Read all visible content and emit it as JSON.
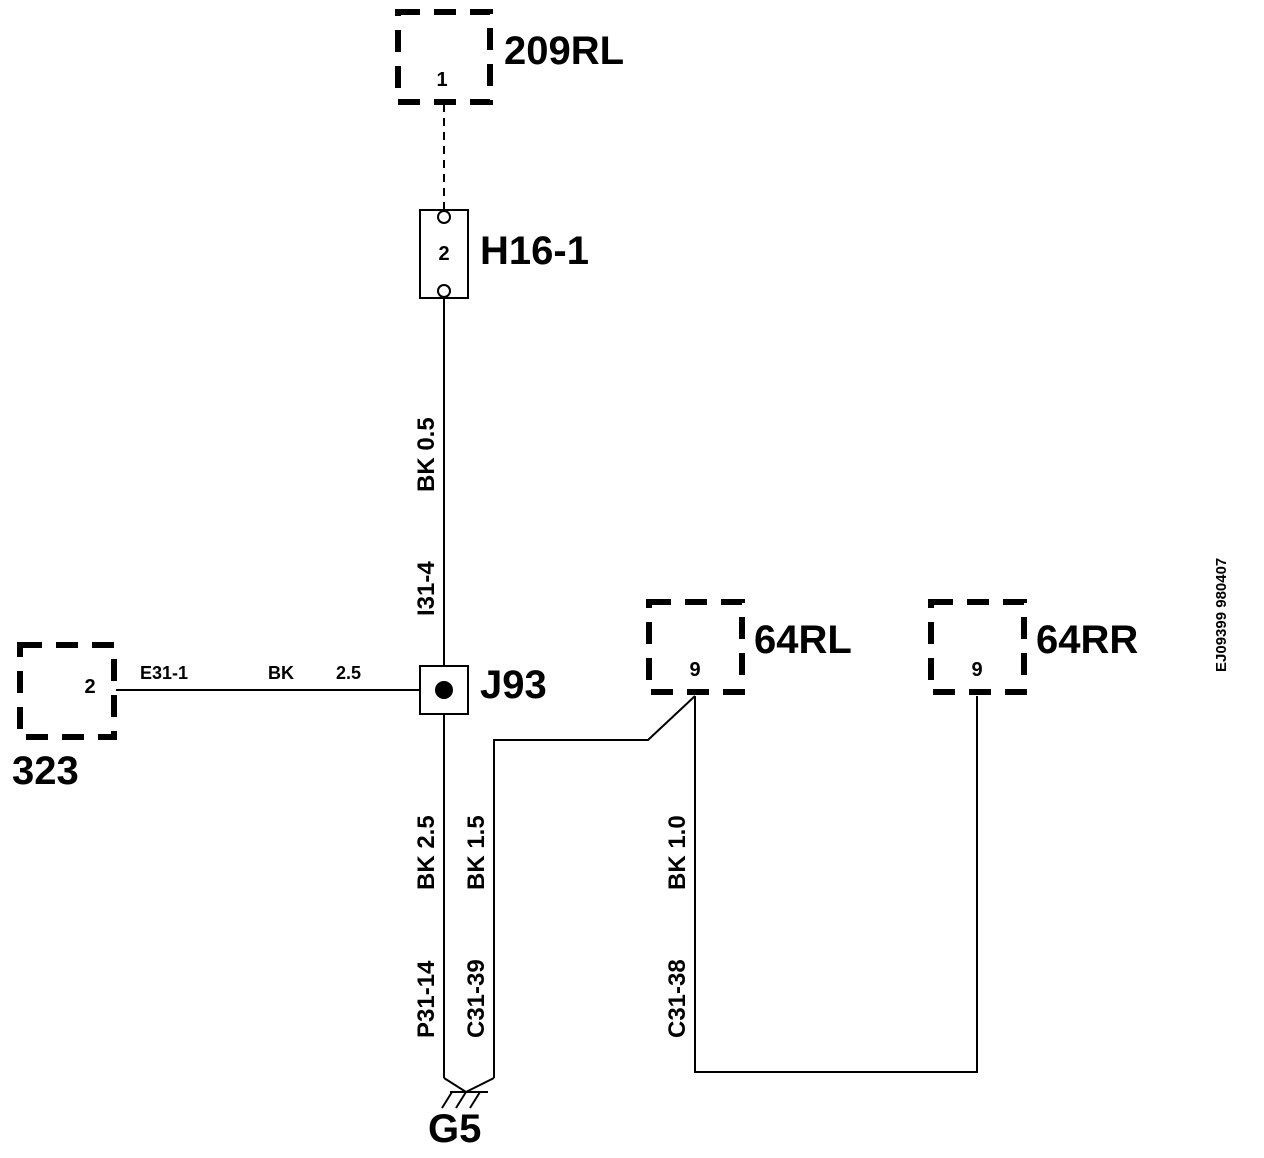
{
  "components": {
    "c209RL": {
      "name": "209RL",
      "pin": "1"
    },
    "h16": {
      "name": "H16-1",
      "pin": "2"
    },
    "j93": {
      "name": "J93"
    },
    "c323": {
      "name": "323",
      "pin": "2"
    },
    "c64RL": {
      "name": "64RL",
      "pin": "9"
    },
    "c64RR": {
      "name": "64RR",
      "pin": "9"
    },
    "g5": {
      "name": "G5"
    }
  },
  "wires": {
    "h16_j93": {
      "gauge": "BK 0.5",
      "id": "I31-4"
    },
    "c323_j93": {
      "id": "E31-1",
      "color": "BK",
      "size": "2.5"
    },
    "j93_g5": {
      "gauge": "BK 2.5",
      "id": "P31-14"
    },
    "c64RL_g5": {
      "gauge": "BK 1.5",
      "id": "C31-39"
    },
    "c64RL_c64RR": {
      "gauge": "BK 1.0",
      "id": "C31-38"
    }
  },
  "drawing_id": "EJ09399 980407"
}
